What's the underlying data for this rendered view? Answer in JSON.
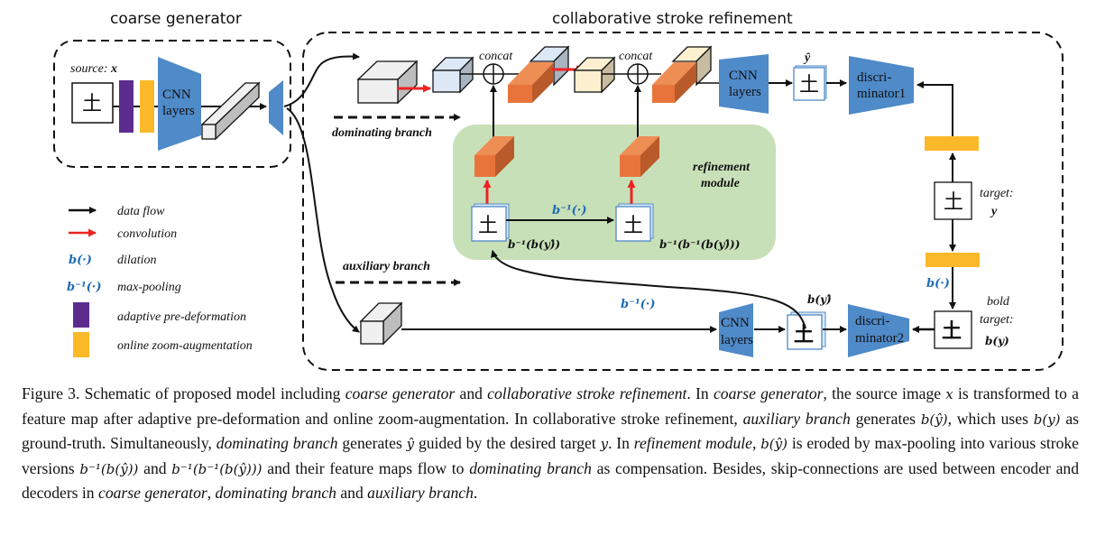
{
  "sections": {
    "coarse_generator": "coarse generator",
    "collaborative": "collaborative stroke refinement"
  },
  "labels": {
    "source": "source:",
    "source_var": "x",
    "cnn_line1": "CNN",
    "cnn_line2": "layers",
    "concat": "concat",
    "dominating_branch": "dominating branch",
    "auxiliary_branch": "auxiliary branch",
    "refinement_line1": "refinement",
    "refinement_line2": "module",
    "y_hat": "ŷ",
    "disc1_line1": "discri-",
    "disc1_line2": "minator1",
    "disc2_line1": "discri-",
    "disc2_line2": "minator2",
    "target_line1": "target:",
    "target_var": "y",
    "bold_line1": "bold",
    "bold_line2": "target:",
    "bold_var": "b(y)",
    "b_inv_op": "b⁻¹(·)",
    "b_op": "b(·)",
    "b_hat": "b(y)̂",
    "b_inv_b": "b⁻¹(b(y)̂)",
    "b_inv_b_inv_b": "b⁻¹(b⁻¹(b(y)̂))",
    "char": "土"
  },
  "legend": [
    {
      "symbol": "black-arrow",
      "label": "data flow"
    },
    {
      "symbol": "red-arrow",
      "label": "convolution"
    },
    {
      "symbol": "b(·)",
      "label": "dilation"
    },
    {
      "symbol": "b⁻¹(·)",
      "label": "max-pooling"
    },
    {
      "symbol": "purple-box",
      "label": "adaptive pre-deformation"
    },
    {
      "symbol": "yellow-box",
      "label": "online zoom-augmentation"
    }
  ],
  "colors": {
    "cnn_blue": "#4f8ac9",
    "purple": "#5b2c8e",
    "yellow": "#fbb829",
    "orange": "#e8743b",
    "green_bg": "#c8e0b8",
    "math_blue": "#1f6bb5",
    "red": "#ee2222"
  },
  "caption": {
    "fig": "Figure 3.",
    "s1": "Schematic of proposed model including",
    "coarse": "coarse generator",
    "and1": "and",
    "collab": "collaborative stroke refinement",
    "s2": ". In",
    "coarse2": "coarse generator",
    "s3": ", the source image",
    "x": "x",
    "s4": "is transformed to a feature map after adaptive pre-deformation and online zoom-augmentation. In collaborative stroke refinement,",
    "aux": "auxiliary branch",
    "s5": "generates",
    "by_hat": "b(ŷ)",
    "s6": ", which uses",
    "by": "b(y)",
    "s7": "as ground-truth.  Simultaneously,",
    "dom": "dominating branch",
    "s8": "generates",
    "yhat": "ŷ",
    "s9": "guided by the desired target",
    "y": "y",
    "s10": ". In",
    "ref": "refinement module",
    "s11": ",",
    "by_hat2": "b(ŷ)",
    "s12": "is eroded by max-pooling into various stroke versions",
    "v1": "b⁻¹(b(ŷ))",
    "and2": "and",
    "v2": "b⁻¹(b⁻¹(b(ŷ)))",
    "s13": "and their feature maps flow to",
    "dom2": "dominating branch",
    "s14": "as compensation. Besides, skip-connections are used between encoder and decoders in",
    "coarse3": "coarse generator",
    "s15": ",",
    "dom3": "dominating branch",
    "and3": "and",
    "aux2": "auxiliary branch",
    "s16": "."
  }
}
